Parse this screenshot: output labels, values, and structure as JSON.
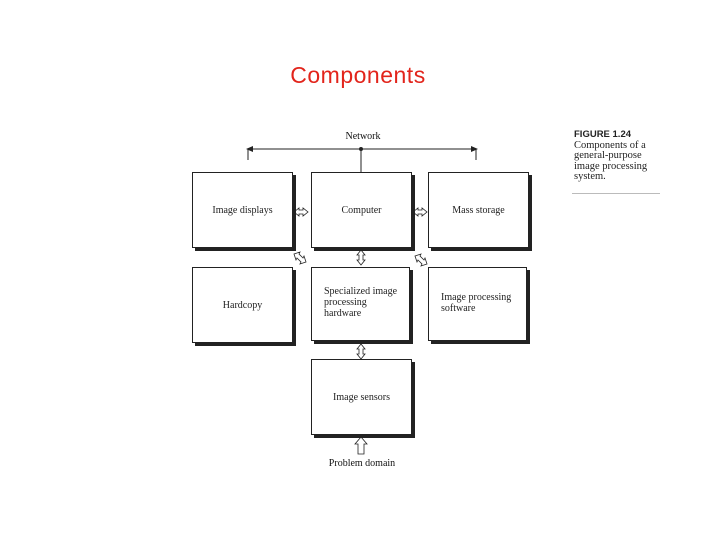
{
  "slide": {
    "title": "Components"
  },
  "diagram": {
    "network_label": "Network",
    "problem_domain": "Problem domain",
    "boxes": {
      "image_displays": "Image displays",
      "computer": "Computer",
      "mass_storage": "Mass storage",
      "hardcopy": "Hardcopy",
      "specialized_hardware": "Specialized image processing hardware",
      "image_processing_software": "Image processing software",
      "image_sensors": "Image sensors"
    }
  },
  "figure_caption": {
    "label": "FIGURE 1.24",
    "text": "Components of a general-purpose image processing system."
  },
  "colors": {
    "title": "#e2241b",
    "line": "#222222",
    "box_border": "#222222"
  },
  "icons": [
    "bidirectional-arrow-icon",
    "up-arrow-icon",
    "network-arrowhead-icon"
  ]
}
